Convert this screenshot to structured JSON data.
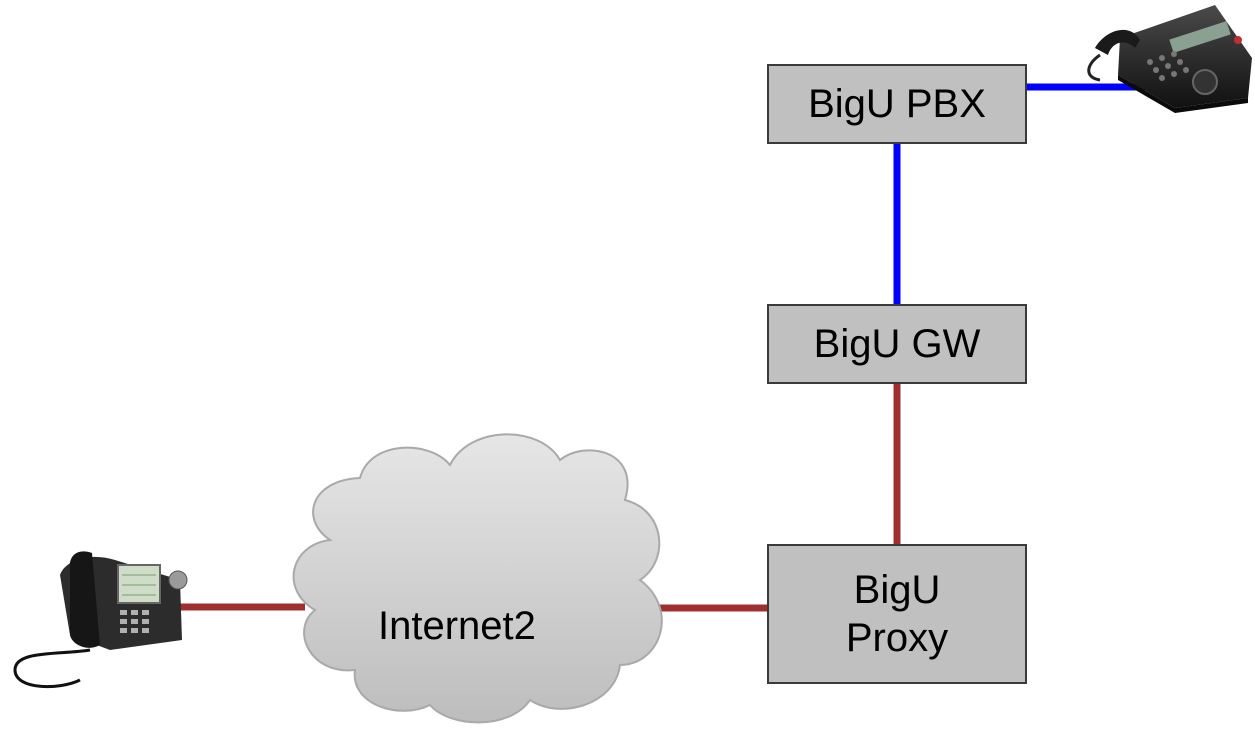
{
  "diagram": {
    "nodes": {
      "pbx": {
        "label": "BigU PBX"
      },
      "gw": {
        "label": "BigU GW"
      },
      "proxy": {
        "line1": "BigU",
        "line2": "Proxy"
      },
      "cloud": {
        "label": "Internet2"
      }
    },
    "colors": {
      "analog_link": "#0000ff",
      "ip_link": "#a03030",
      "box_fill": "#c0c0c0",
      "cloud_fill": "#c8c8c8"
    },
    "icons": [
      "desk-phone-icon",
      "ip-phone-icon",
      "cloud-icon"
    ]
  }
}
